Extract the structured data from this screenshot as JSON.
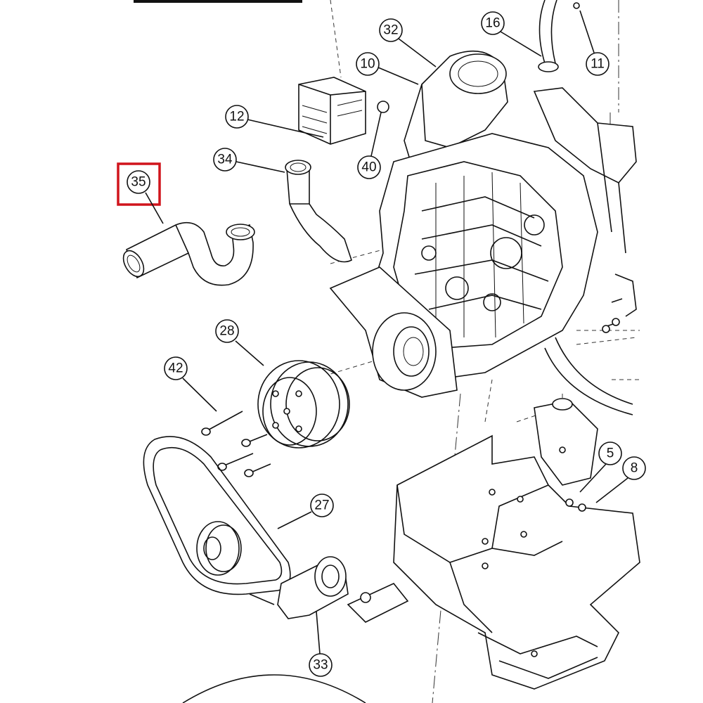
{
  "diagram": {
    "callouts": [
      {
        "id": "c32",
        "label": "32"
      },
      {
        "id": "c16",
        "label": "16"
      },
      {
        "id": "c11",
        "label": "11"
      },
      {
        "id": "c10",
        "label": "10"
      },
      {
        "id": "c12",
        "label": "12"
      },
      {
        "id": "c40",
        "label": "40"
      },
      {
        "id": "c34",
        "label": "34"
      },
      {
        "id": "c35",
        "label": "35",
        "highlighted": true
      },
      {
        "id": "c28",
        "label": "28"
      },
      {
        "id": "c42",
        "label": "42"
      },
      {
        "id": "c27",
        "label": "27"
      },
      {
        "id": "c5",
        "label": "5"
      },
      {
        "id": "c8",
        "label": "8"
      },
      {
        "id": "c33",
        "label": "33"
      }
    ],
    "highlight_color": "#d0141c",
    "line_color": "#111111"
  }
}
